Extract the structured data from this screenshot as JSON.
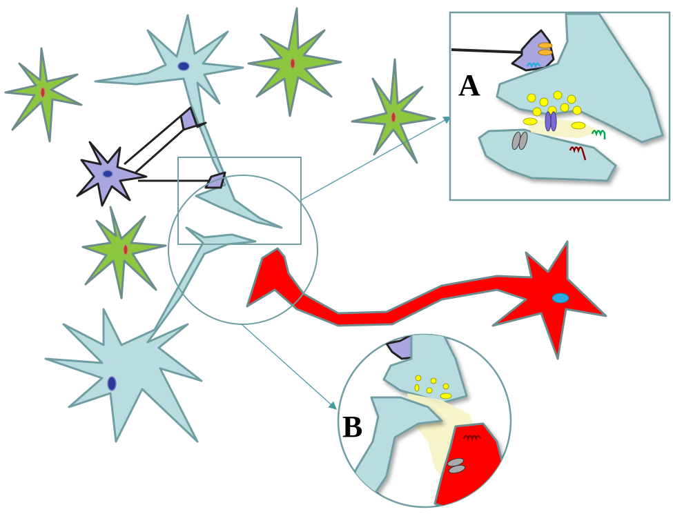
{
  "panels": {
    "a": {
      "label": "A"
    },
    "b": {
      "label": "B"
    }
  },
  "colors": {
    "neuron": "#b7dde1",
    "astrocyte": "#8dc63f",
    "interneuron": "#a9a6e0",
    "target_neuron": "#ff0000",
    "vesicle": "#ffff00",
    "receptor_green": "#00a651",
    "receptor_darkred": "#8b0000",
    "receptor_blue": "#29abe2"
  },
  "icons": [
    "magnifier-circle",
    "inset-frame",
    "vesicle",
    "ion-channel",
    "metabotropic-receptor"
  ]
}
